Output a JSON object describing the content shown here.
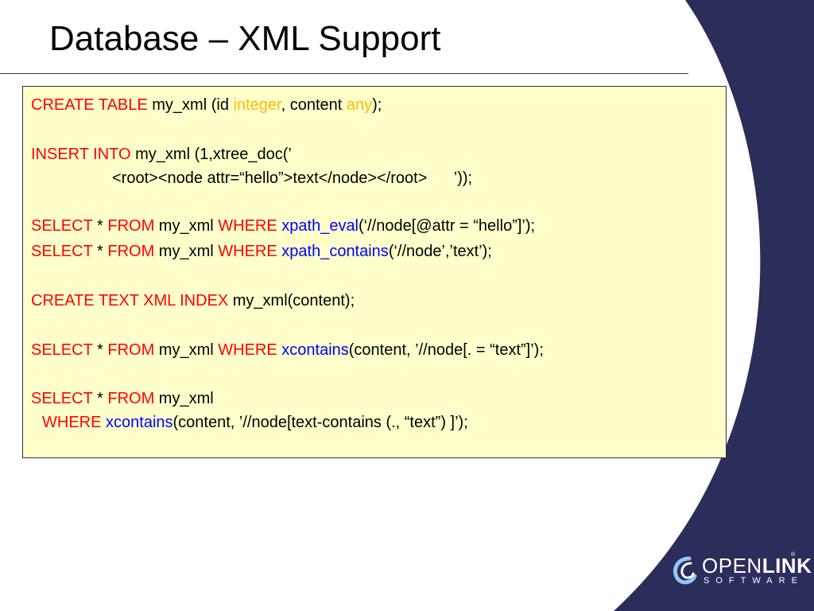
{
  "title": "Database – XML Support",
  "colors": {
    "keyword": "#ff0000",
    "type": "#ffbb00",
    "function": "#0000ff",
    "box_bg": "#ffffcc",
    "navy": "#2b2e5a"
  },
  "code": {
    "l1": {
      "kw1": "CREATE TABLE",
      "t1": " my_xml (id ",
      "ty1": "integer",
      "t2": ", content ",
      "ty2": "any",
      "t3": ");"
    },
    "l2": {
      "kw1": "INSERT INTO",
      "t1": " my_xml (1,xtree_doc(’"
    },
    "l3": {
      "t1": "<root><node attr=“hello”>text</node></root>      ’));"
    },
    "l4": {
      "kw1": "SELECT",
      "t1": " * ",
      "kw2": "FROM",
      "t2": " my_xml ",
      "kw3": "WHERE",
      "sp": " ",
      "fn1": "xpath_eval",
      "t3": "(‘//node[@attr = “hello”]’);"
    },
    "l5": {
      "kw1": "SELECT",
      "t1": " * ",
      "kw2": "FROM",
      "t2": " my_xml ",
      "kw3": "WHERE",
      "sp": " ",
      "fn1": "xpath_contains",
      "t3": "(‘//node’,’text’);"
    },
    "l6": {
      "kw1": "CREATE TEXT XML INDEX",
      "t1": " my_xml(content);"
    },
    "l7": {
      "kw1": "SELECT",
      "t1": " * ",
      "kw2": "FROM",
      "t2": " my_xml ",
      "kw3": "WHERE",
      "sp": " ",
      "fn1": "xcontains",
      "t3": "(content, ’//node[. = “text”]’);"
    },
    "l8": {
      "kw1": "SELECT",
      "t1": " * ",
      "kw2": "FROM",
      "t2": " my_xml"
    },
    "l9": {
      "kw1": "WHERE",
      "sp": " ",
      "fn1": "xcontains",
      "t1": "(content, ’//node[text-contains (., “text”) ]’);"
    }
  },
  "logo": {
    "word_a": "OPEN",
    "word_b": "LINK",
    "sub": "SOFTWARE",
    "mark": "®",
    "icon": "openlink-swirl-icon"
  }
}
